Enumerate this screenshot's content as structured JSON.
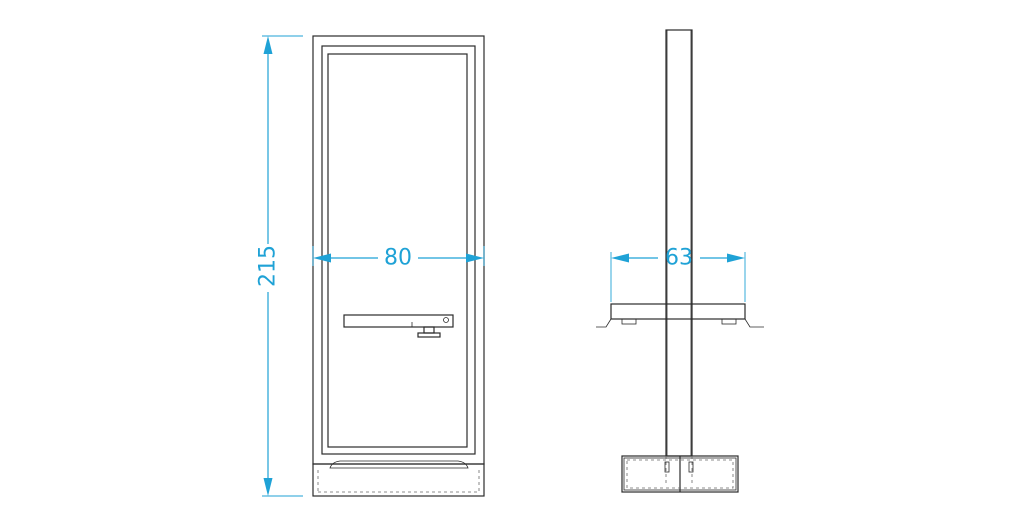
{
  "diagram": {
    "dimensions": {
      "height_label": "215",
      "front_width_label": "80",
      "side_width_label": "63"
    },
    "colors": {
      "dimension": "#1fa2d6",
      "outline": "#2b2b2b"
    }
  }
}
